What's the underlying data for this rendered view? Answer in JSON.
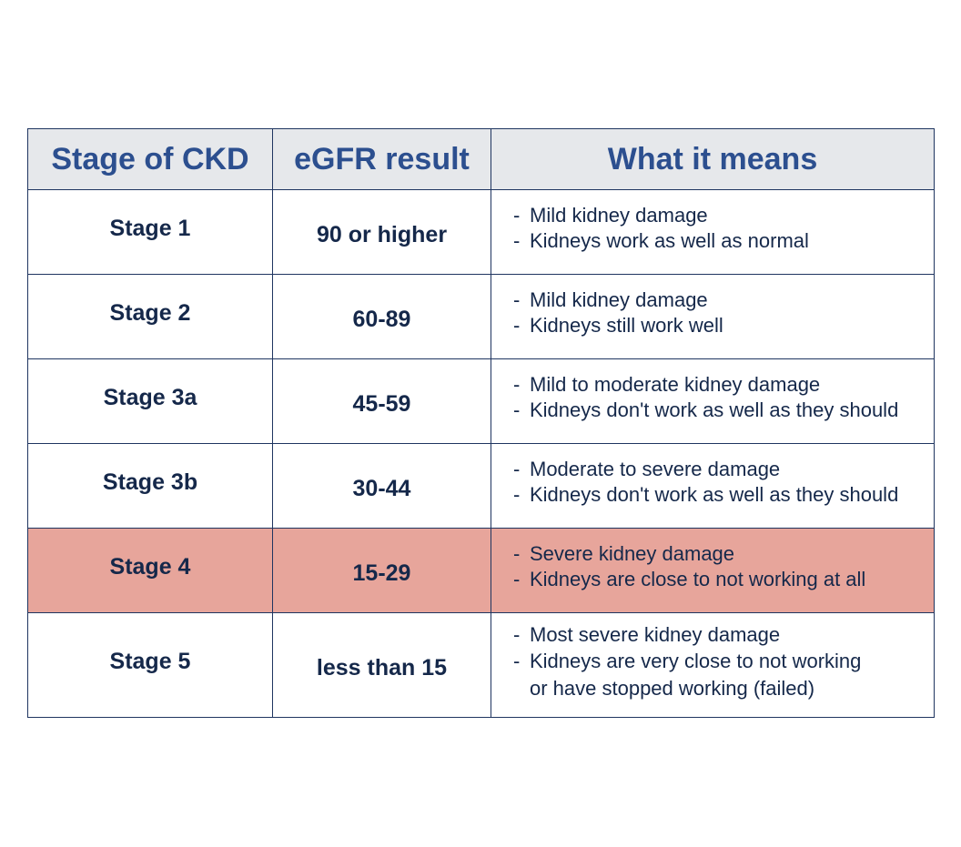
{
  "table": {
    "headers": {
      "stage": "Stage of CKD",
      "egfr": "eGFR result",
      "meaning": "What it means"
    },
    "highlight_color": "#e7a59b",
    "header_text_color": "#2c4f8f",
    "rows": [
      {
        "stage": "Stage 1",
        "egfr": "90 or higher",
        "meaning": [
          "Mild kidney damage",
          "Kidneys work as well as normal"
        ]
      },
      {
        "stage": "Stage 2",
        "egfr": "60-89",
        "meaning": [
          "Mild kidney damage",
          "Kidneys still work well"
        ]
      },
      {
        "stage": "Stage 3a",
        "egfr": "45-59",
        "meaning": [
          "Mild to moderate kidney damage",
          "Kidneys don't work as well as they should"
        ]
      },
      {
        "stage": "Stage 3b",
        "egfr": "30-44",
        "meaning": [
          "Moderate to severe damage",
          "Kidneys don't work as well as they should"
        ]
      },
      {
        "stage": "Stage 4",
        "egfr": "15-29",
        "highlighted": true,
        "meaning": [
          "Severe kidney damage",
          "Kidneys are close to not working at all"
        ]
      },
      {
        "stage": "Stage 5",
        "egfr": "less than 15",
        "meaning": [
          "Most severe kidney damage",
          "Kidneys are very close to not working",
          "or have stopped working (failed)"
        ]
      }
    ]
  }
}
